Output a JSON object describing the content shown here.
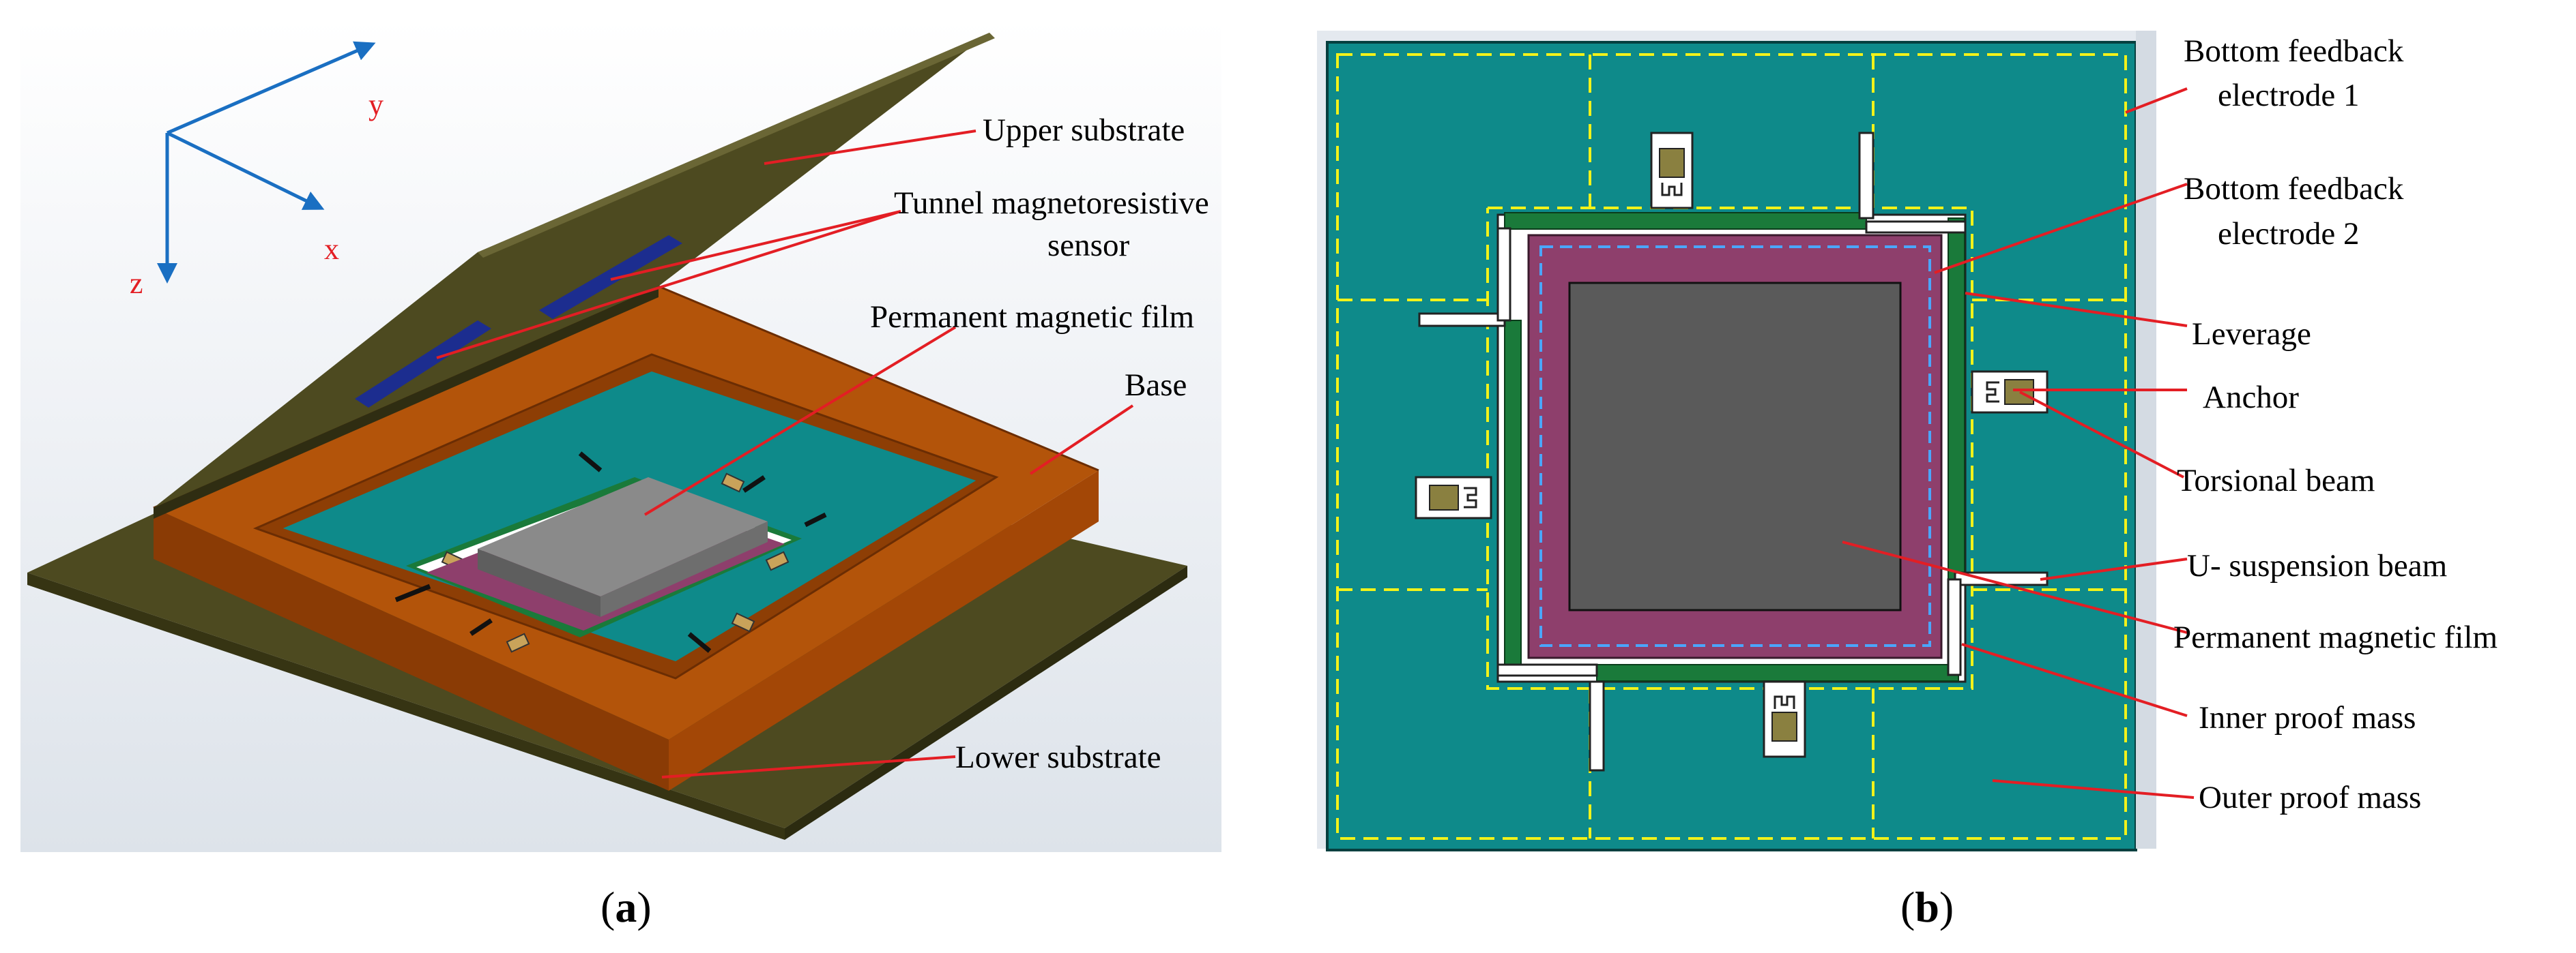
{
  "colors": {
    "label_line": "#e31e24",
    "axis": "#1a6fc2",
    "axis_label": "#e31e24",
    "substrate": "#4d4a20",
    "base_frame": "#a54a06",
    "outer_mass": "#0e8a8a",
    "inner_mass": "#8e3f6c",
    "magnetic_film": "#5a5a5a",
    "tmr_sensor": "#1c2d8f",
    "beam_green": "#1a7a3a",
    "anchor": "#8a8040",
    "electrode_line": "#f2f21a",
    "inner_dashed": "#4aa6ff"
  },
  "panel_a": {
    "caption": "a",
    "axes": {
      "x": "x",
      "y": "y",
      "z": "z"
    },
    "labels": {
      "upper_substrate": "Upper substrate",
      "tmr_sensor_line1": "Tunnel magnetoresistive",
      "tmr_sensor_line2": "sensor",
      "permanent_magnetic_film": "Permanent magnetic film",
      "base": "Base",
      "lower_substrate": "Lower substrate"
    }
  },
  "panel_b": {
    "caption": "b",
    "labels": {
      "bottom_electrode_1_line1": "Bottom feedback",
      "bottom_electrode_1_line2": "electrode 1",
      "bottom_electrode_2_line1": "Bottom feedback",
      "bottom_electrode_2_line2": "electrode 2",
      "leverage": "Leverage",
      "anchor": "Anchor",
      "torsional_beam": "Torsional beam",
      "u_suspension_beam": "U- suspension beam",
      "permanent_magnetic_film": "Permanent magnetic film",
      "inner_proof_mass": "Inner proof mass",
      "outer_proof_mass": "Outer proof mass"
    }
  }
}
